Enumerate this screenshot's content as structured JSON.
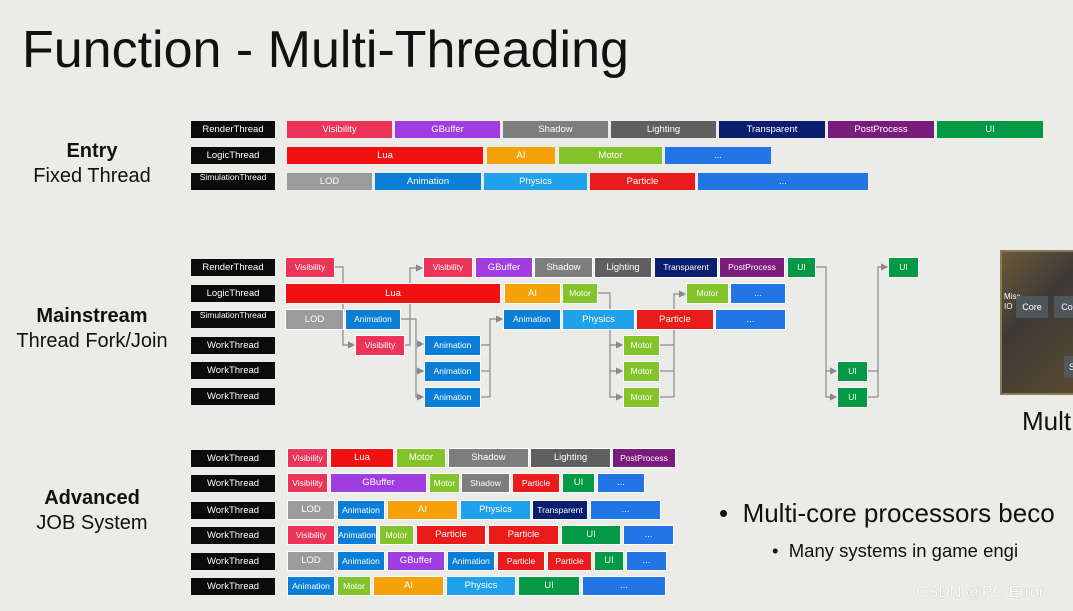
{
  "title": "Function - Multi-Threading",
  "sections": {
    "entry": {
      "heading": "Entry",
      "sub": "Fixed Thread"
    },
    "mainstream": {
      "heading": "Mainstream",
      "sub": "Thread Fork/Join"
    },
    "advanced": {
      "heading": "Advanced",
      "sub": "JOB System"
    }
  },
  "entry_rows": [
    {
      "label": "RenderThread",
      "tasks": [
        "Visibility",
        "GBuffer",
        "Shadow",
        "Lighting",
        "Transparent",
        "PostProcess",
        "UI"
      ]
    },
    {
      "label": "LogicThread",
      "tasks": [
        "Lua",
        "AI",
        "Motor",
        "..."
      ]
    },
    {
      "label": "SimulationThread",
      "tasks": [
        "LOD",
        "Animation",
        "Physics",
        "Particle",
        "..."
      ]
    }
  ],
  "mainstream_rows": [
    {
      "label": "RenderThread",
      "tasks": [
        "Visibility",
        "Visibility",
        "GBuffer",
        "Shadow",
        "Lighting",
        "Transparent",
        "PostProcess",
        "UI",
        "UI"
      ]
    },
    {
      "label": "LogicThread",
      "tasks": [
        "Lua",
        "AI",
        "Motor",
        "Motor",
        "..."
      ]
    },
    {
      "label": "SimulationThread",
      "tasks": [
        "LOD",
        "Animation",
        "Animation",
        "Physics",
        "Particle",
        "..."
      ]
    },
    {
      "label": "WorkThread",
      "tasks": [
        "Visibility",
        "Animation",
        "Motor"
      ]
    },
    {
      "label": "WorkThread",
      "tasks": [
        "Animation",
        "Motor",
        "UI"
      ]
    },
    {
      "label": "WorkThread",
      "tasks": [
        "Animation",
        "Motor",
        "UI"
      ]
    }
  ],
  "advanced_rows": [
    {
      "label": "WorkThread",
      "tasks": [
        "Visibility",
        "Lua",
        "Motor",
        "Shadow",
        "Lighting",
        "PostProcess"
      ]
    },
    {
      "label": "WorkThread",
      "tasks": [
        "Visibility",
        "GBuffer",
        "Motor",
        "Shadow",
        "Particle",
        "UI",
        "..."
      ]
    },
    {
      "label": "WorkThread",
      "tasks": [
        "LOD",
        "Animation",
        "AI",
        "Physics",
        "Transparent",
        "..."
      ]
    },
    {
      "label": "WorkThread",
      "tasks": [
        "Visibility",
        "Animation",
        "Motor",
        "Particle",
        "Particle",
        "UI",
        "..."
      ]
    },
    {
      "label": "WorkThread",
      "tasks": [
        "LOD",
        "Animation",
        "GBuffer",
        "Animation",
        "Particle",
        "Particle",
        "UI",
        "..."
      ]
    },
    {
      "label": "WorkThread",
      "tasks": [
        "Animation",
        "Motor",
        "AI",
        "Physics",
        "UI",
        "..."
      ]
    }
  ],
  "chip": {
    "misc": "Misc IO",
    "cores": [
      "Core",
      "Co"
    ],
    "extra": "S"
  },
  "multi_label": "Mult",
  "bullets": [
    "Multi-core processors beco",
    "Many systems in game engi"
  ],
  "watermark": "CSDN @PC Error"
}
